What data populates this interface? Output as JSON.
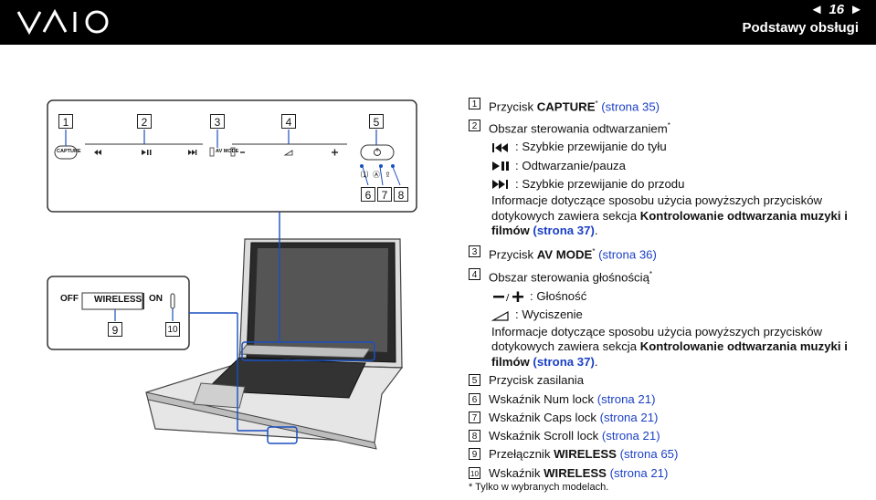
{
  "header": {
    "page_number": "16",
    "section_title": "Podstawy obsługi",
    "logo": "VAIO"
  },
  "callout_top": {
    "labels": [
      "1",
      "2",
      "3",
      "4",
      "5",
      "6",
      "7",
      "8"
    ],
    "capture": "CAPTURE",
    "av_mode": "AV MODE"
  },
  "callout_left": {
    "off": "OFF",
    "wireless": "WIRELESS",
    "on": "ON",
    "labels": [
      "9",
      "10"
    ]
  },
  "items": [
    {
      "num": "1",
      "pre": "Przycisk ",
      "bold": "CAPTURE",
      "sup": "*",
      "link": " (strona 35)"
    },
    {
      "num": "2",
      "pre": "Obszar sterowania odtwarzaniem",
      "sup": "*"
    },
    {
      "num": "3",
      "pre": "Przycisk ",
      "bold": "AV MODE",
      "sup": "*",
      "link": " (strona 36)"
    },
    {
      "num": "4",
      "pre": "Obszar sterowania głośnością",
      "sup": "*"
    },
    {
      "num": "5",
      "pre": "Przycisk zasilania"
    },
    {
      "num": "6",
      "pre": "Wskaźnik Num lock ",
      "link": "(strona 21)"
    },
    {
      "num": "7",
      "pre": "Wskaźnik Caps lock ",
      "link": "(strona 21)"
    },
    {
      "num": "8",
      "pre": "Wskaźnik Scroll lock ",
      "link": "(strona 21)"
    },
    {
      "num": "9",
      "pre": "Przełącznik ",
      "bold": "WIRELESS",
      "link": " (strona 65)"
    },
    {
      "num": "10",
      "pre": "Wskaźnik ",
      "bold": "WIRELESS",
      "link": " (strona 21)"
    }
  ],
  "playback": {
    "rewind": ": Szybkie przewijanie do tyłu",
    "playpause": ": Odtwarzanie/pauza",
    "forward": ": Szybkie przewijanie do przodu",
    "note_1": "Informacje dotyczące sposobu użycia powyższych przycisków dotykowych zawiera sekcja ",
    "note_bold": "Kontrolowanie odtwarzania muzyki i filmów",
    "note_link": " (strona 37)",
    "note_end": "."
  },
  "volume": {
    "volume": ": Głośność",
    "mute": ": Wyciszenie",
    "note_1": "Informacje dotyczące sposobu użycia powyższych przycisków dotykowych zawiera sekcja ",
    "note_bold": "Kontrolowanie odtwarzania muzyki i filmów",
    "note_link": " (strona 37)",
    "note_end": "."
  },
  "footnote": "*   Tylko w wybranych modelach."
}
